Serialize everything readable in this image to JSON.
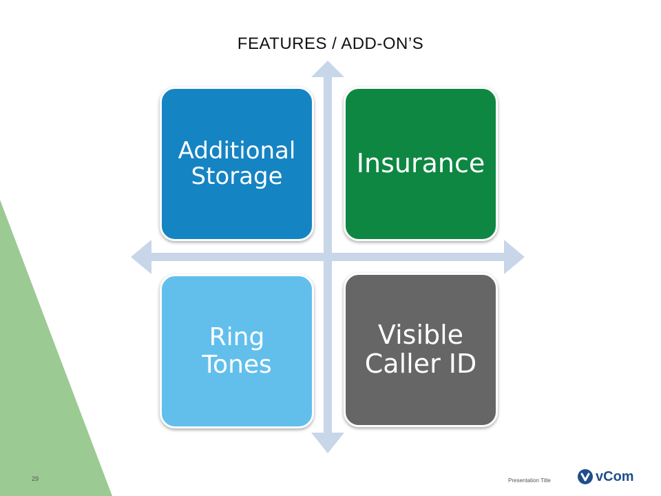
{
  "slide": {
    "title": "FEATURES / ADD-ON’S",
    "page_number": "29",
    "footer_title": "Presentation Title"
  },
  "tiles": [
    {
      "label": "Additional Storage",
      "color": "#1584c3"
    },
    {
      "label": "Insurance",
      "color": "#0e8743"
    },
    {
      "label": "Ring Tones",
      "color": "#62bfec"
    },
    {
      "label": "Visible Caller ID",
      "color": "#666666"
    }
  ],
  "logo": {
    "text": "vCom",
    "color": "#1f4e8a",
    "icon": "v-chevron-icon"
  },
  "colors": {
    "accent_green": "#9bca93",
    "arrow": "#c7d6e8"
  }
}
